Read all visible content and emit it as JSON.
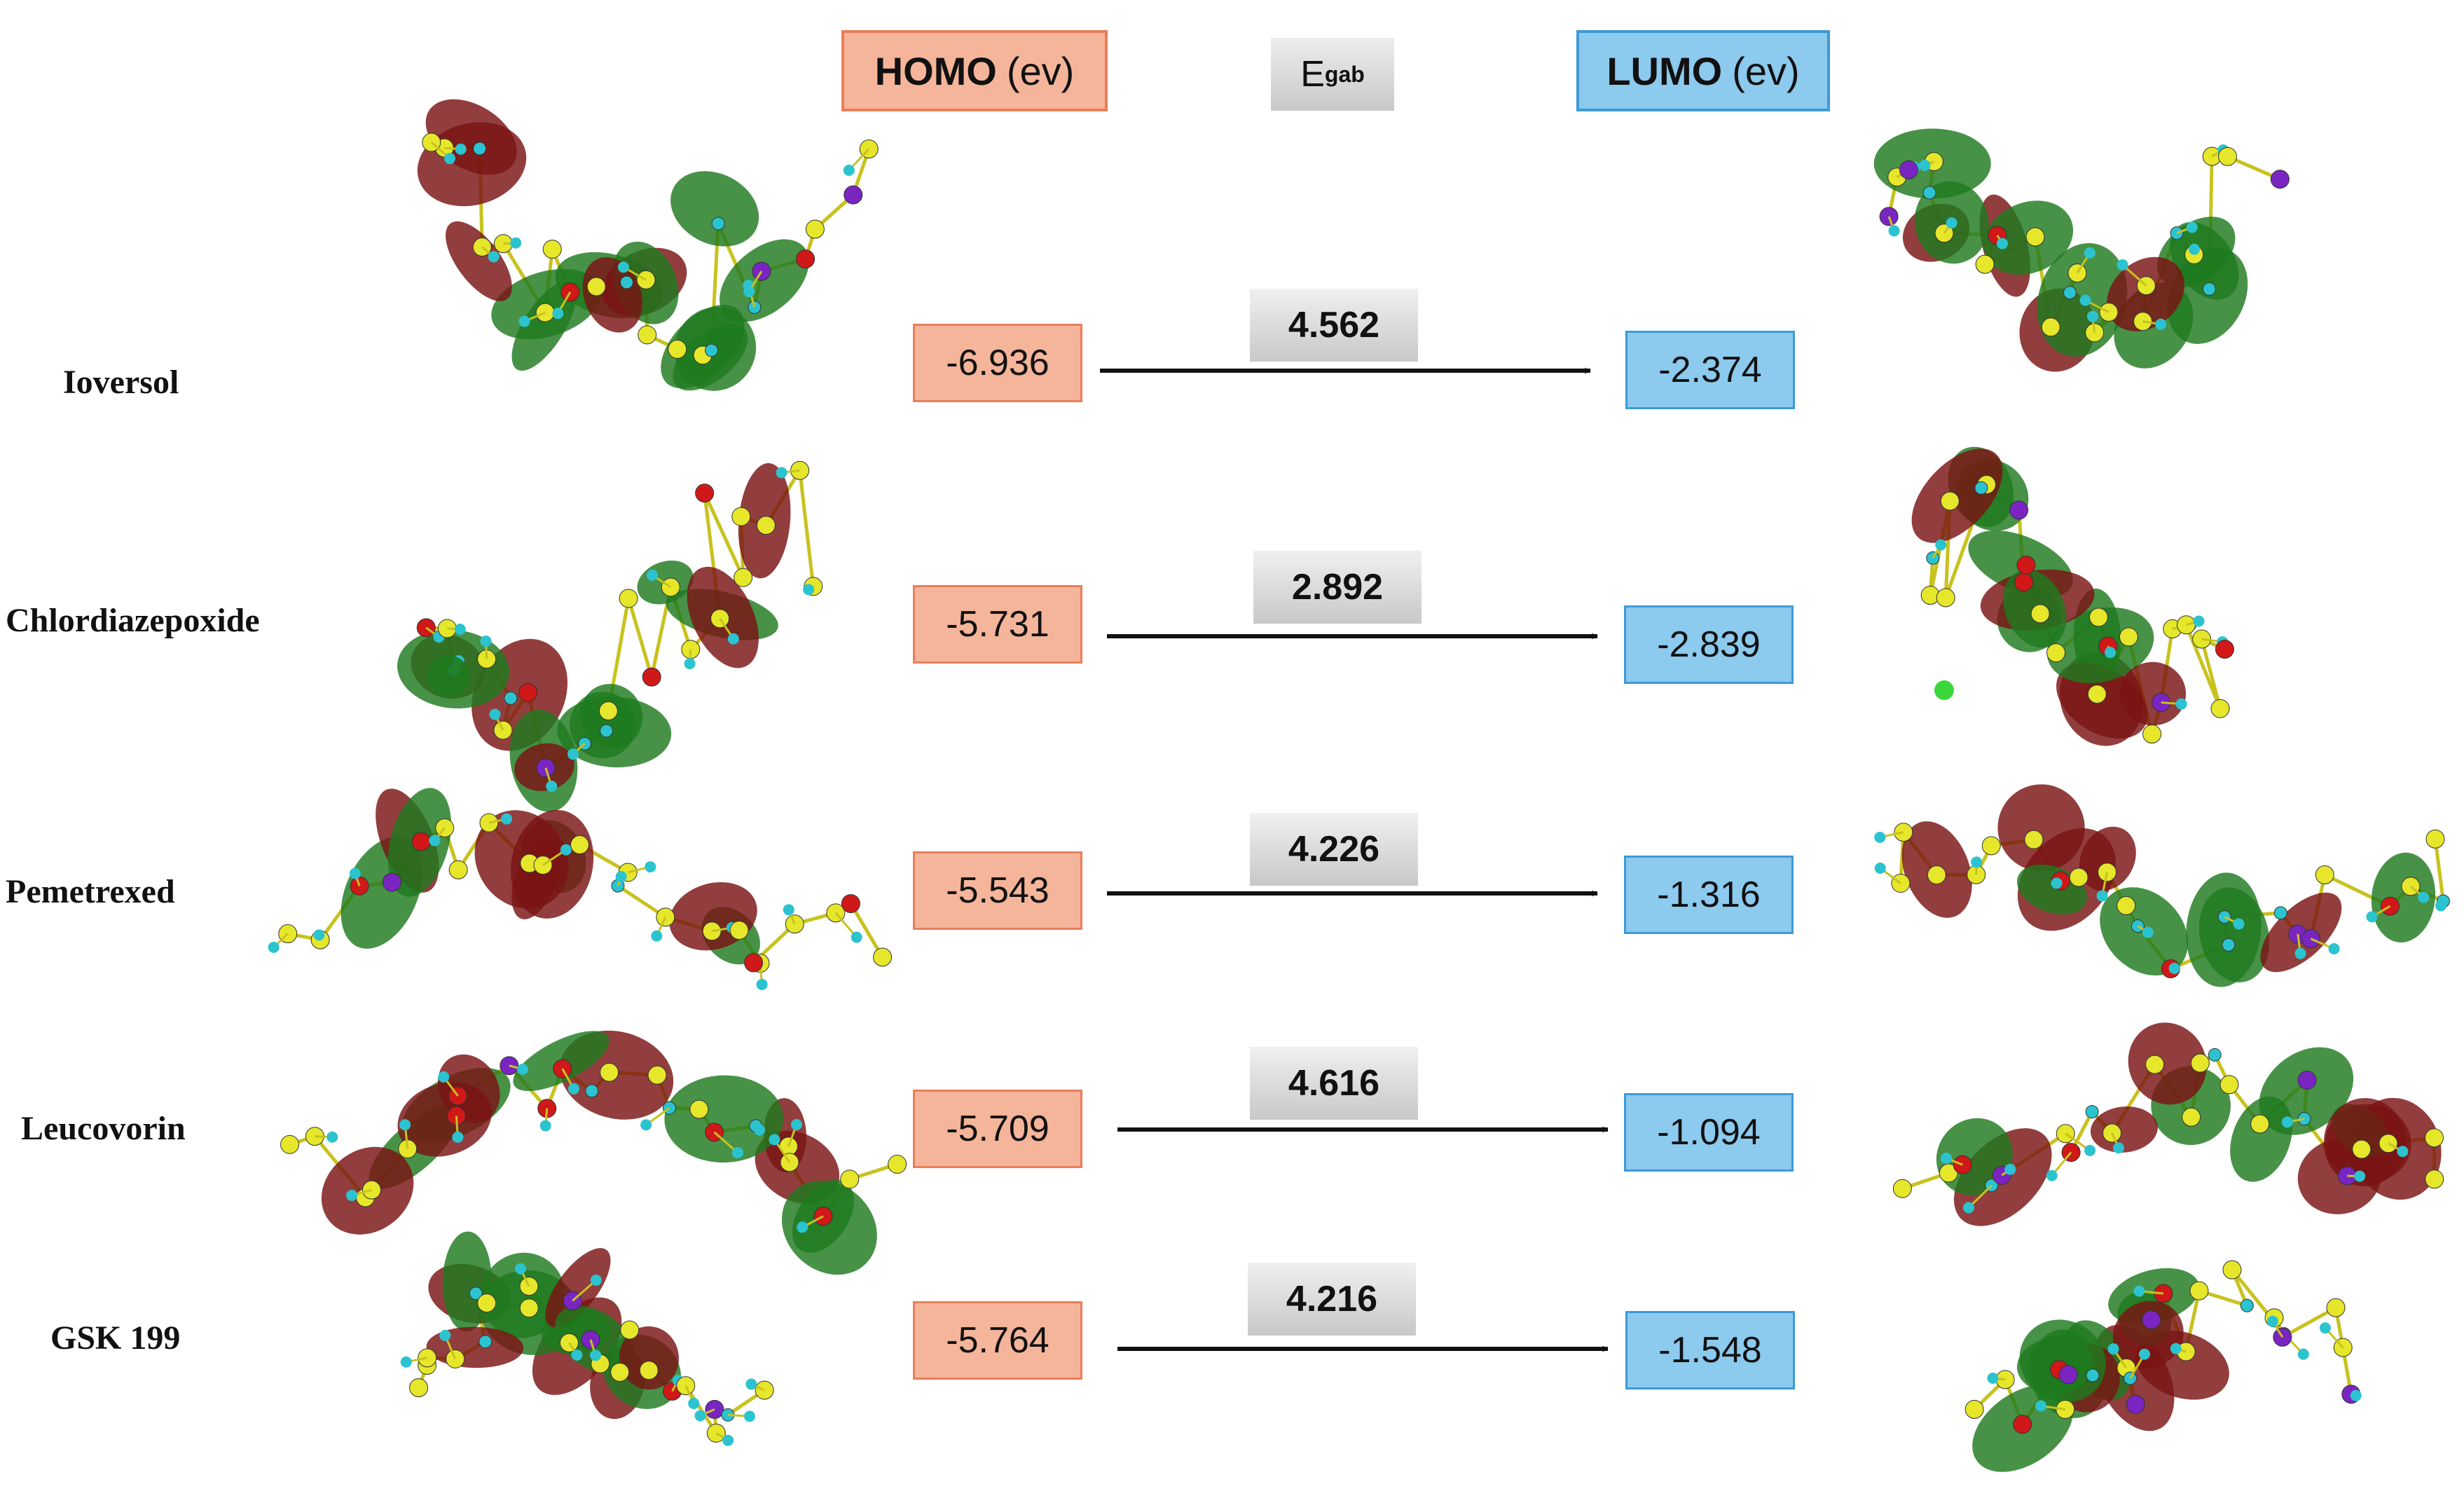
{
  "headers": {
    "homo_bold": "HOMO",
    "homo_unit": "(ev)",
    "egab_main": "E",
    "egab_sub": "gab",
    "lumo_bold": "LUMO",
    "lumo_unit": "(ev)"
  },
  "rows": [
    {
      "name": "Ioversol",
      "homo": "-6.936",
      "gap": "4.562",
      "lumo": "-2.374"
    },
    {
      "name": "Chlordiazepoxide",
      "homo": "-5.731",
      "gap": "2.892",
      "lumo": "-2.839"
    },
    {
      "name": "Pemetrexed",
      "homo": "-5.543",
      "gap": "4.226",
      "lumo": "-1.316"
    },
    {
      "name": "Leucovorin",
      "homo": "-5.709",
      "gap": "4.616",
      "lumo": "-1.094"
    },
    {
      "name": "GSK 199",
      "homo": "-5.764",
      "gap": "4.216",
      "lumo": "-1.548"
    }
  ],
  "colors": {
    "homo_fill": "#f5b59a",
    "lumo_fill": "#8ccaee",
    "orbital_red": "#7a1414",
    "orbital_green": "#1f7a1f",
    "atom_carbon": "#e6e62a",
    "atom_hydrogen": "#2bc3cf",
    "atom_oxygen": "#d01818",
    "atom_nitrogen": "#7a25c2",
    "atom_chlorine": "#3ad63a"
  }
}
